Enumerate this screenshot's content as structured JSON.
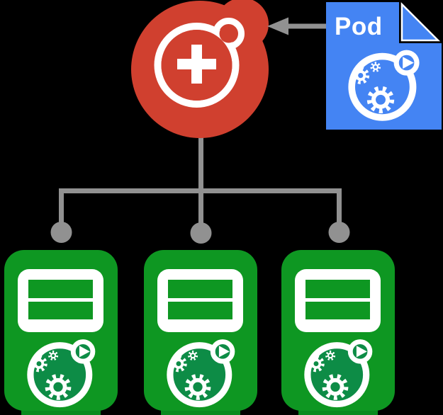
{
  "colors": {
    "background": "#000000",
    "red": "#d0402f",
    "blue": "#4484f3",
    "green": "#0e9722",
    "green-dark": "#0a8a1e",
    "teal": "#0d8c46",
    "gray": "#919191",
    "white": "#ffffff"
  },
  "pod_card": {
    "label": "Pod"
  },
  "diagram": {
    "type": "kubernetes-replication-fanout",
    "node_count": 3
  },
  "icons": {
    "controller": "replication-controller-add-icon",
    "plus": "plus-icon",
    "pod_card": "pod-spec-file-icon",
    "fold": "folded-corner-icon",
    "gears": "containerized-app-gears-icon",
    "play": "play-icon",
    "replica_box": "replica-box-icon",
    "arrow": "left-arrow-icon",
    "connector": "fanout-connector-lines"
  }
}
